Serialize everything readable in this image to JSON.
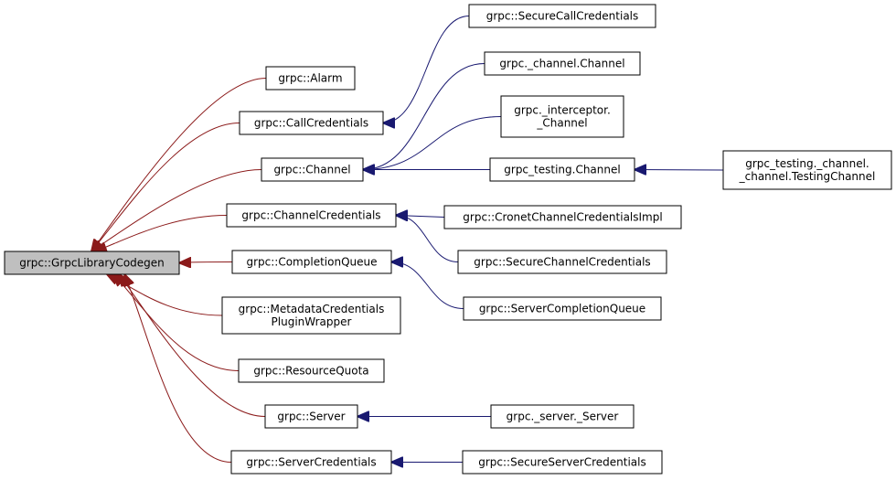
{
  "diagram": {
    "type": "class-inheritance-graph",
    "colors": {
      "root_fill": "#bfbfbf",
      "node_fill": "#ffffff",
      "border": "#000000",
      "text": "#000000",
      "root_edge": "#8b1a1a",
      "child_edge": "#191970"
    },
    "nodes": {
      "codegen": [
        "grpc::GrpcLibraryCodegen"
      ],
      "alarm": [
        "grpc::Alarm"
      ],
      "callcred": [
        "grpc::CallCredentials"
      ],
      "channel": [
        "grpc::Channel"
      ],
      "chancred": [
        "grpc::ChannelCredentials"
      ],
      "compq": [
        "grpc::CompletionQueue"
      ],
      "metacred": [
        "grpc::MetadataCredentials",
        "PluginWrapper"
      ],
      "resquota": [
        "grpc::ResourceQuota"
      ],
      "server": [
        "grpc::Server"
      ],
      "servercred": [
        "grpc::ServerCredentials"
      ],
      "securecallcred": [
        "grpc::SecureCallCredentials"
      ],
      "pychannel": [
        "grpc._channel.Channel"
      ],
      "interceptor": [
        "grpc._interceptor.",
        "_Channel"
      ],
      "testingchannel": [
        "grpc_testing.Channel"
      ],
      "testingtesting": [
        "grpc_testing._channel.",
        "_channel.TestingChannel"
      ],
      "cronet": [
        "grpc::CronetChannelCredentialsImpl"
      ],
      "securechancred": [
        "grpc::SecureChannelCredentials"
      ],
      "servercompq": [
        "grpc::ServerCompletionQueue"
      ],
      "pyserver": [
        "grpc._server._Server"
      ],
      "secureservercred": [
        "grpc::SecureServerCredentials"
      ]
    },
    "edges": [
      [
        "alarm",
        "codegen"
      ],
      [
        "callcred",
        "codegen"
      ],
      [
        "channel",
        "codegen"
      ],
      [
        "chancred",
        "codegen"
      ],
      [
        "compq",
        "codegen"
      ],
      [
        "metacred",
        "codegen"
      ],
      [
        "resquota",
        "codegen"
      ],
      [
        "server",
        "codegen"
      ],
      [
        "servercred",
        "codegen"
      ],
      [
        "securecallcred",
        "callcred"
      ],
      [
        "pychannel",
        "channel"
      ],
      [
        "interceptor",
        "channel"
      ],
      [
        "testingchannel",
        "channel"
      ],
      [
        "testingtesting",
        "testingchannel"
      ],
      [
        "cronet",
        "chancred"
      ],
      [
        "securechancred",
        "chancred"
      ],
      [
        "servercompq",
        "compq"
      ],
      [
        "pyserver",
        "server"
      ],
      [
        "secureservercred",
        "servercred"
      ]
    ]
  }
}
